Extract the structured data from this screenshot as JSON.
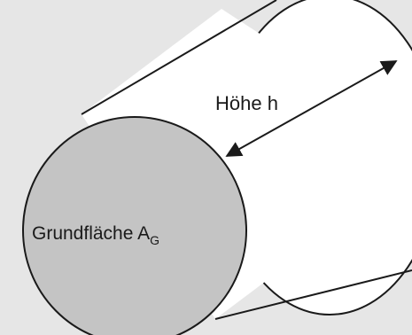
{
  "colors": {
    "background": "#e6e6e6",
    "base_face": "#c4c4c4",
    "body": "#ffffff",
    "stroke": "#1a1a1a"
  },
  "labels": {
    "height_text": "Höhe h",
    "base_text": "Grundfläche A",
    "base_subscript": "G"
  }
}
